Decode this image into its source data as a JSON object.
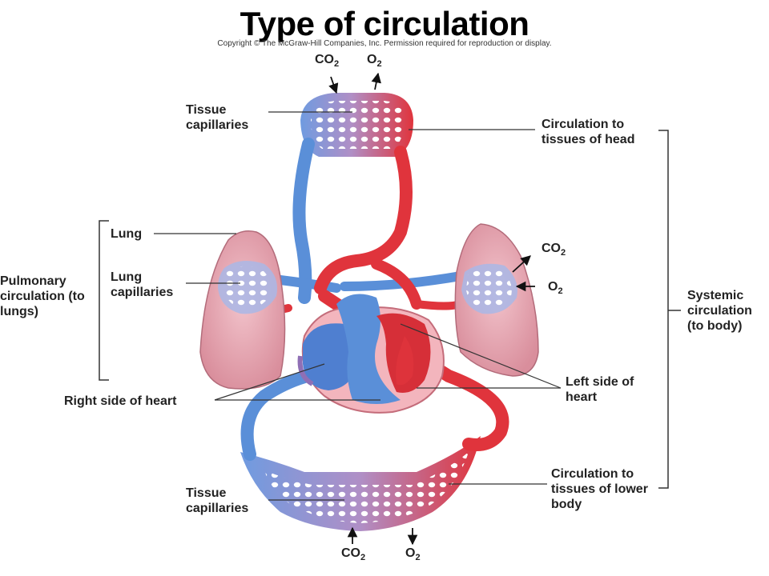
{
  "title": "Type of circulation",
  "copyright": "Copyright © The McGraw-Hill Companies, Inc. Permission required for reproduction or display.",
  "labels": {
    "tissue_capillaries_top": "Tissue capillaries",
    "circulation_head": "Circulation to tissues of head",
    "lung": "Lung",
    "lung_capillaries": "Lung capillaries",
    "pulmonary": "Pulmonary circulation (to lungs)",
    "systemic": "Systemic circulation (to body)",
    "right_heart": "Right side of heart",
    "left_heart": "Left side of heart",
    "tissue_capillaries_bottom": "Tissue capillaries",
    "circulation_lower_body": "Circulation to tissues of lower body"
  },
  "gases": {
    "co2": "CO",
    "o2": "O",
    "sub": "2"
  },
  "colors": {
    "oxygenated": "#e0343c",
    "deoxygenated": "#5a8fd8",
    "lung_tissue": "#e8a9b4",
    "pericardium": "#f3b5bd"
  }
}
